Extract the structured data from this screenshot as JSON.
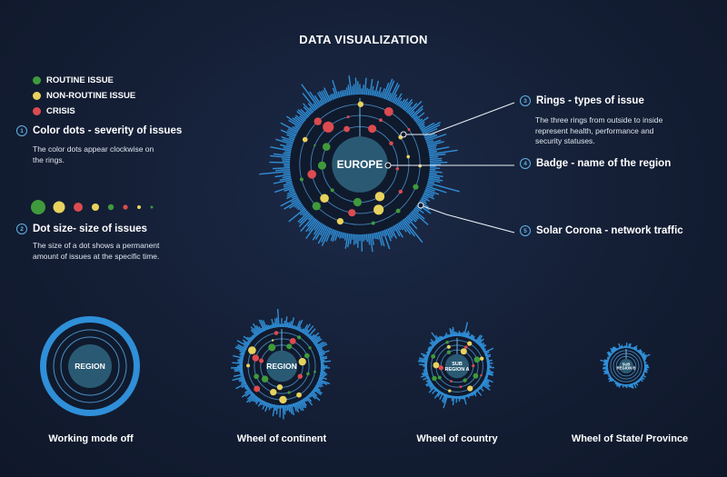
{
  "title": "DATA VISUALIZATION",
  "colors": {
    "routine": "#3f9a3c",
    "non_routine": "#e8d25e",
    "crisis": "#dc4b4f",
    "accent": "#2f8fd8",
    "badge": "#2a5a73"
  },
  "legend": [
    {
      "label": "ROUTINE ISSUE",
      "color_key": "routine"
    },
    {
      "label": "NON-ROUTINE ISSUE",
      "color_key": "non_routine"
    },
    {
      "label": "CRISIS",
      "color_key": "crisis"
    }
  ],
  "color_dots": {
    "number": "1",
    "heading": "Color dots - severity of issues",
    "description": [
      "The color dots appear clockwise on",
      "the rings."
    ]
  },
  "dot_size": {
    "number": "2",
    "heading": "Dot size- size of issues",
    "description": [
      "The size of a dot shows a permanent",
      "amount of issues at the specific time."
    ]
  },
  "rings": {
    "number": "3",
    "heading": "Rings - types of issue",
    "description": [
      "The three rings from outside to inside",
      "represent health, performance  and",
      "security statuses."
    ]
  },
  "badge": {
    "number": "4",
    "heading": "Badge - name of the region"
  },
  "corona": {
    "number": "5",
    "heading": "Solar Corona - network traffic"
  },
  "main_wheel_label": "EUROPE",
  "wheels": [
    {
      "badge": [
        "REGION"
      ],
      "caption": "Working mode off"
    },
    {
      "badge": [
        "REGION"
      ],
      "caption": "Wheel of continent"
    },
    {
      "badge": [
        "SUB",
        "REGION A"
      ],
      "caption": "Wheel of country"
    },
    {
      "badge": [
        "SUB",
        "REGION B"
      ],
      "caption": "Wheel of State/ Province"
    }
  ]
}
